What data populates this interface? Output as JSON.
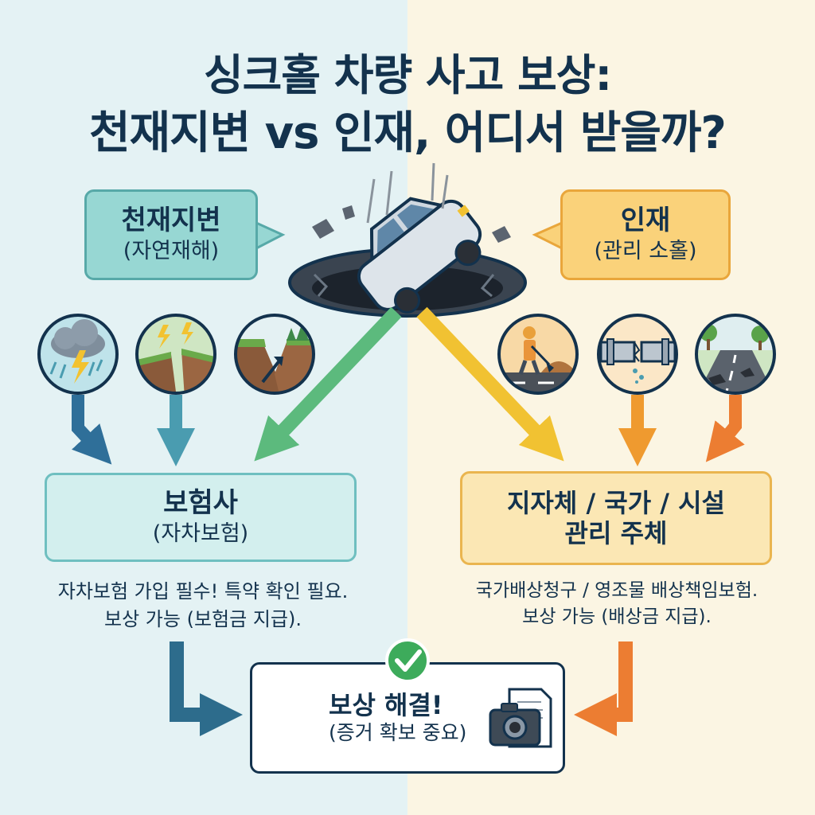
{
  "title": {
    "line1": "싱크홀 차량 사고 보상:",
    "line2": "천재지변 vs 인재, 어디서 받을까?"
  },
  "left": {
    "cause_label": "천재지변",
    "cause_sub": "(자연재해)",
    "icons": [
      "thunderstorm-icon",
      "earthquake-icon",
      "landslide-icon"
    ],
    "payer_label": "보험사",
    "payer_sub": "(자차보험)",
    "note_line1": "자차보험 가입 필수! 특약 확인 필요.",
    "note_line2": "보상 가능 (보험금 지급)."
  },
  "right": {
    "cause_label": "인재",
    "cause_sub": "(관리 소홀)",
    "icons": [
      "road-construction-worker-icon",
      "broken-pipe-icon",
      "damaged-road-icon"
    ],
    "payer_label_line1": "지자체 / 국가 / 시설",
    "payer_label_line2": "관리 주체",
    "note_line1": "국가배상청구 / 영조물 배상책임보험.",
    "note_line2": "보상 가능 (배상금 지급)."
  },
  "result": {
    "label": "보상 해결!",
    "sub": "(증거 확보 중요)",
    "icons": [
      "check-icon",
      "camera-icon",
      "document-icon"
    ]
  },
  "colors": {
    "left_bg": "#e4f2f4",
    "right_bg": "#fbf5e3",
    "teal": "#57a9a8",
    "amber": "#e9a63b",
    "navy": "#13324d",
    "green_arrow": "#5cba7d",
    "yellow_arrow": "#f1c232",
    "orange_arrow": "#ec7d32"
  }
}
